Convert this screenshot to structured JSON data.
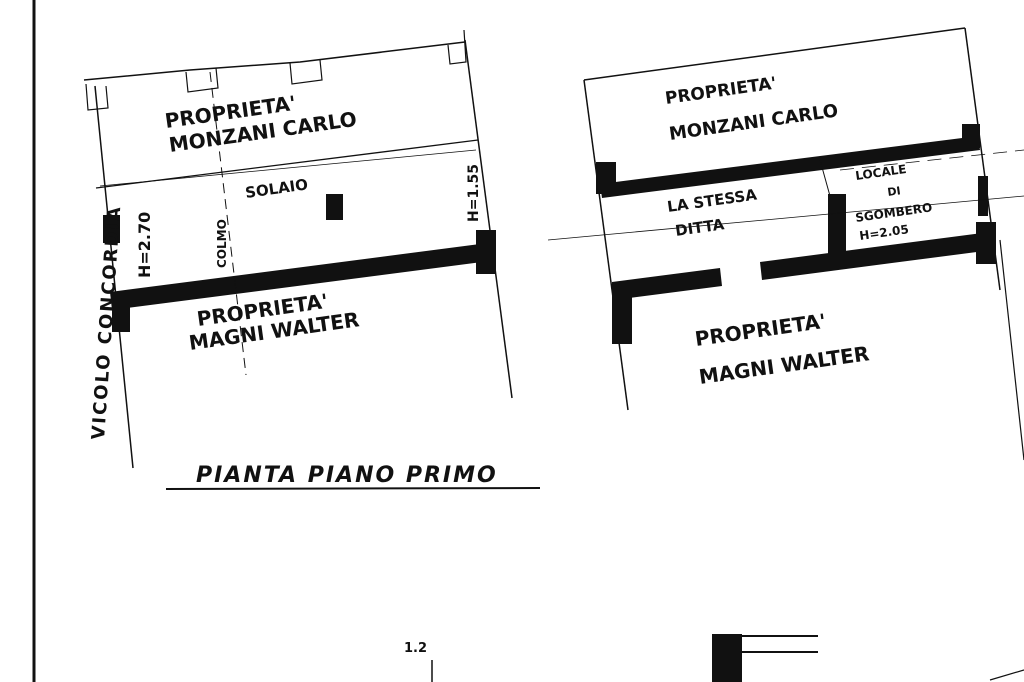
{
  "colors": {
    "ink": "#111111",
    "paper": "#ffffff"
  },
  "left_plan": {
    "owner_top_line1": "PROPRIETA'",
    "owner_top_line2": "MONZANI CARLO",
    "room_label": "SOLAIO",
    "height_left": "H=2.70",
    "ridge_label": "COLMO",
    "height_right": "H=1.55",
    "owner_bottom_line1": "PROPRIETA'",
    "owner_bottom_line2": "MAGNI WALTER",
    "street_label": "VICOLO CONCORDIA",
    "caption": "PIANTA PIANO PRIMO"
  },
  "right_plan": {
    "owner_top_line1": "PROPRIETA'",
    "owner_top_line2": "MONZANI CARLO",
    "room_left_line1": "LA STESSA",
    "room_left_line2": "DITTA",
    "room_right_line1": "LOCALE",
    "room_right_line2": "DI",
    "room_right_line3": "SGOMBERO",
    "room_right_line4": "H=2.05",
    "owner_bottom_line1": "PROPRIETA'",
    "owner_bottom_line2": "MAGNI WALTER"
  },
  "bottom_fragment": {
    "mark": "1.2"
  }
}
